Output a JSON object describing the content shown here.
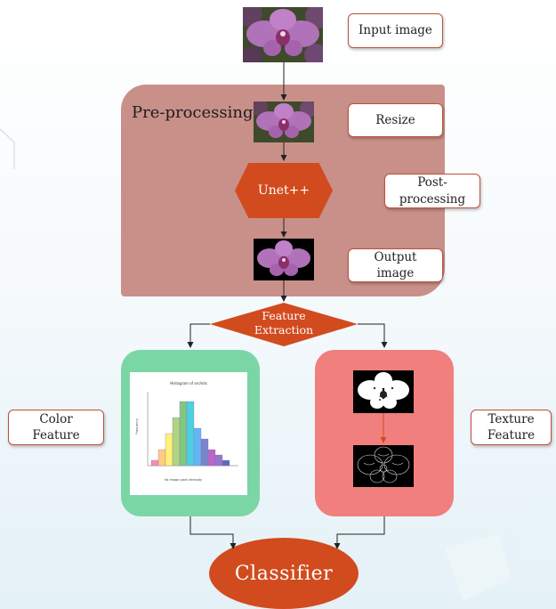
{
  "labels": {
    "input_image": "Input image",
    "resize": "Resize",
    "post_processing": "Post-\nprocessing",
    "output_image": "Output\nimage",
    "color_feature": "Color\nFeature",
    "texture_feature": "Texture\nFeature"
  },
  "preprocessing": {
    "title": "Pre-processing"
  },
  "nodes": {
    "unet": "Unet++",
    "feature_extraction": "Feature\nExtraction",
    "classifier": "Classifier"
  },
  "histogram": {
    "title": "Histogram of orchids",
    "ylabel": "Frequency",
    "xlabel": "hb image pixel intensity",
    "values": [
      1,
      3,
      6,
      9,
      12,
      12,
      7,
      5,
      3,
      2,
      1
    ]
  },
  "colors": {
    "accent": "#d24b1e",
    "preprocessing_bg": "#c9908a",
    "color_panel": "#7bd6a6",
    "texture_panel": "#f07f7d"
  }
}
